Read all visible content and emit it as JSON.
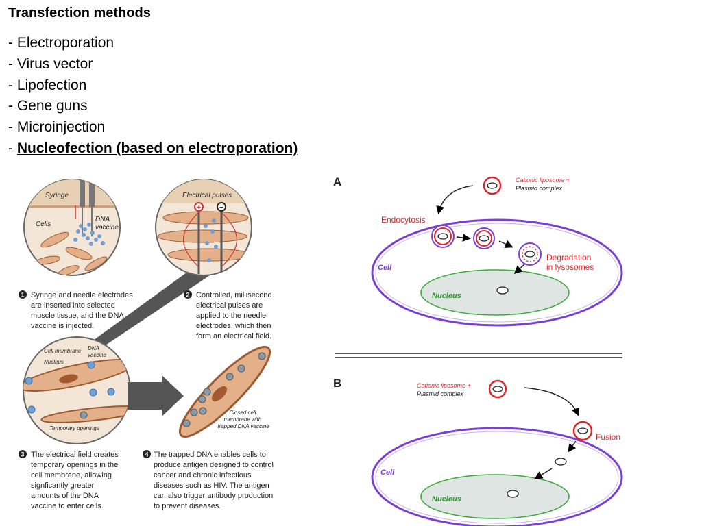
{
  "slide": {
    "title": "Transfection methods",
    "methods": [
      "- Electroporation",
      "- Virus vector",
      "- Lipofection",
      "- Gene guns",
      "- Microinjection"
    ],
    "last_method_prefix": "- ",
    "last_method": "Nucleofection (based on electroporation)"
  },
  "left_figure": {
    "circle1": {
      "syringe": "Syringe",
      "cells": "Cells",
      "dna1": "DNA",
      "dna2": "vaccine"
    },
    "circle2": {
      "title": "Electrical pulses",
      "plus": "+",
      "minus": "−"
    },
    "step1": {
      "num": "1",
      "lines": [
        "Syringe and needle electrodes",
        "are inserted into selected",
        "muscle tissue, and the DNA",
        "vaccine is injected."
      ]
    },
    "step2": {
      "num": "2",
      "lines": [
        "Controlled, millisecond",
        "electrical  pulses are",
        "applied to the needle",
        "electrodes, which then",
        "form an electrical field."
      ]
    },
    "circle3": {
      "membrane": "Cell membrane",
      "nucleus": "Nucleus",
      "dna1": "DNA",
      "dna2": "vaccine",
      "openings": "Temporary openings"
    },
    "closed_cell": {
      "l1": "Closed cell",
      "l2": "membrane with",
      "l3": "trapped DNA vaccine"
    },
    "step3": {
      "num": "3",
      "lines": [
        "The electrical field creates",
        "temporary openings in the",
        "cell membrane, allowing",
        "signficantly greater",
        "amounts of the DNA",
        "vaccine to enter cells."
      ]
    },
    "step4": {
      "num": "4",
      "lines": [
        "The trapped DNA enables cells to",
        "produce antigen designed to control",
        "cancer and chronic infectious",
        "diseases such as HIV. The antigen",
        "can also trigger antibody production",
        "to prevent diseases."
      ]
    }
  },
  "panel_a": {
    "letter": "A",
    "complex_l1": "Cationic liposome +",
    "complex_l2": "Plasmid complex",
    "endocytosis": "Endocytosis",
    "degradation_l1": "Degradation",
    "degradation_l2": "in lysosomes",
    "cell": "Cell",
    "nucleus": "Nucleus"
  },
  "panel_b": {
    "letter": "B",
    "complex_l1": "Cationic liposome +",
    "complex_l2": "Plasmid complex",
    "fusion": "Fusion",
    "cell": "Cell",
    "nucleus": "Nucleus"
  },
  "colors": {
    "red": "#e0262b",
    "purple": "#7b3fd6",
    "nucleus_fill": "#dfe5e2",
    "nucleus_stroke": "#3aaa3a",
    "cell_brown": "#9b5a33",
    "cell_fill": "#e7c4a2",
    "dna_blue": "#6f9fd6"
  }
}
